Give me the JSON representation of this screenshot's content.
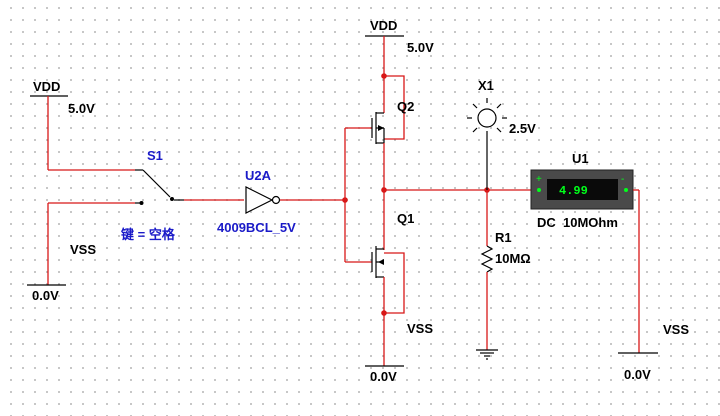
{
  "rails": {
    "vdd_left": {
      "name": "VDD",
      "voltage": "5.0V"
    },
    "vss_left": {
      "name": "VSS",
      "voltage": "0.0V"
    },
    "vdd_top": {
      "name": "VDD",
      "voltage": "5.0V"
    },
    "vss_mid": {
      "name": "VSS",
      "voltage": "0.0V"
    },
    "vss_right": {
      "name": "VSS",
      "voltage": "0.0V"
    }
  },
  "switch": {
    "ref": "S1",
    "key_label": "键 = 空格"
  },
  "inverter": {
    "ref": "U2A",
    "part": "4009BCL_5V"
  },
  "transistors": {
    "upper": "Q2",
    "lower": "Q1"
  },
  "probe": {
    "ref": "X1",
    "reading": "2.5V"
  },
  "resistor": {
    "ref": "R1",
    "value": "10MΩ"
  },
  "meter": {
    "ref": "U1",
    "display": "4.99",
    "mode": "DC  10MOhm",
    "plus": "+",
    "minus": "-"
  },
  "colors": {
    "wire": "#d81818",
    "part_label": "#1a1ac8",
    "meter_display": "#00ff1a"
  }
}
